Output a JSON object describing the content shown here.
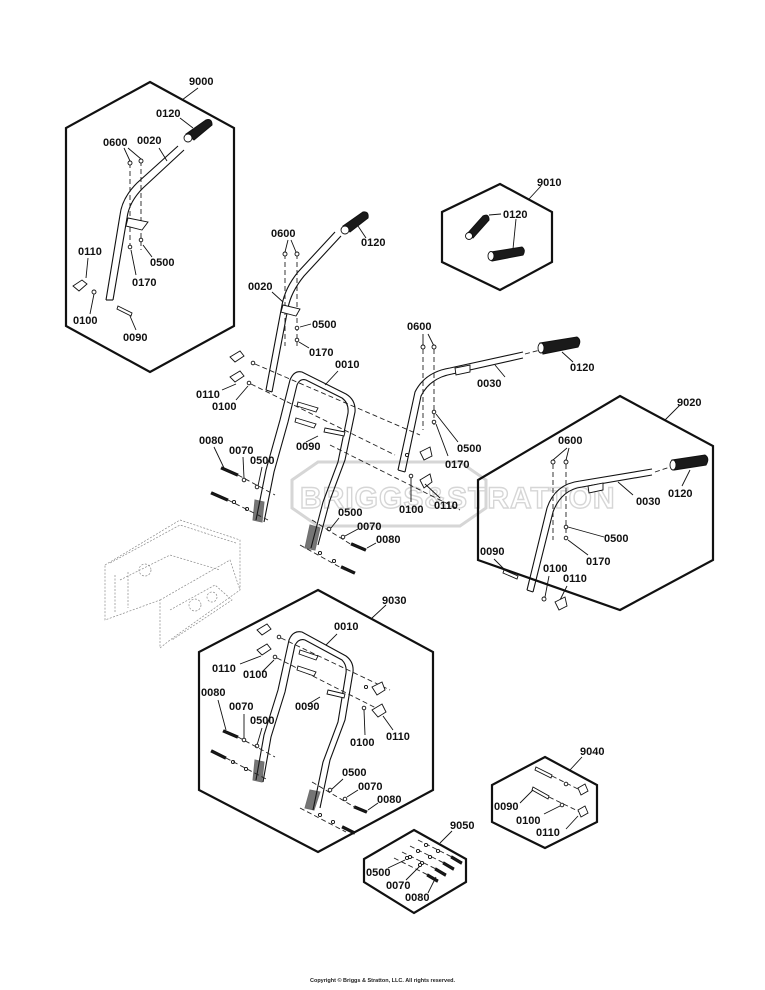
{
  "diagram": {
    "type": "exploded-parts-diagram",
    "subject": "Snow thrower handle assembly",
    "watermark": "BRIGGS&STRATTON",
    "kits": [
      {
        "id": "9000",
        "parts": [
          "0120",
          "0600",
          "0020",
          "0500",
          "0170",
          "0110",
          "0100",
          "0090"
        ]
      },
      {
        "id": "9010",
        "parts": [
          "0120"
        ]
      },
      {
        "id": "9020",
        "parts": [
          "0600",
          "0030",
          "0120",
          "0500",
          "0170",
          "0090",
          "0100",
          "0110"
        ]
      },
      {
        "id": "9030",
        "parts": [
          "0010",
          "0110",
          "0100",
          "0080",
          "0070",
          "0500",
          "0090",
          "0100",
          "0110",
          "0500",
          "0070",
          "0080"
        ]
      },
      {
        "id": "9040",
        "parts": [
          "0090",
          "0100",
          "0110"
        ]
      },
      {
        "id": "9050",
        "parts": [
          "0500",
          "0070",
          "0080"
        ]
      }
    ],
    "labels": {
      "k9000": "9000",
      "k9010": "9010",
      "k9020": "9020",
      "k9030": "9030",
      "k9040": "9040",
      "k9050": "9050",
      "p0010": "0010",
      "p0020": "0020",
      "p0030": "0030",
      "p0070": "0070",
      "p0080": "0080",
      "p0090": "0090",
      "p0100": "0100",
      "p0110": "0110",
      "p0120": "0120",
      "p0170": "0170",
      "p0500": "0500",
      "p0600": "0600"
    }
  },
  "footer": {
    "copyright": "Copyright © Briggs & Stratton, LLC. All rights reserved."
  }
}
